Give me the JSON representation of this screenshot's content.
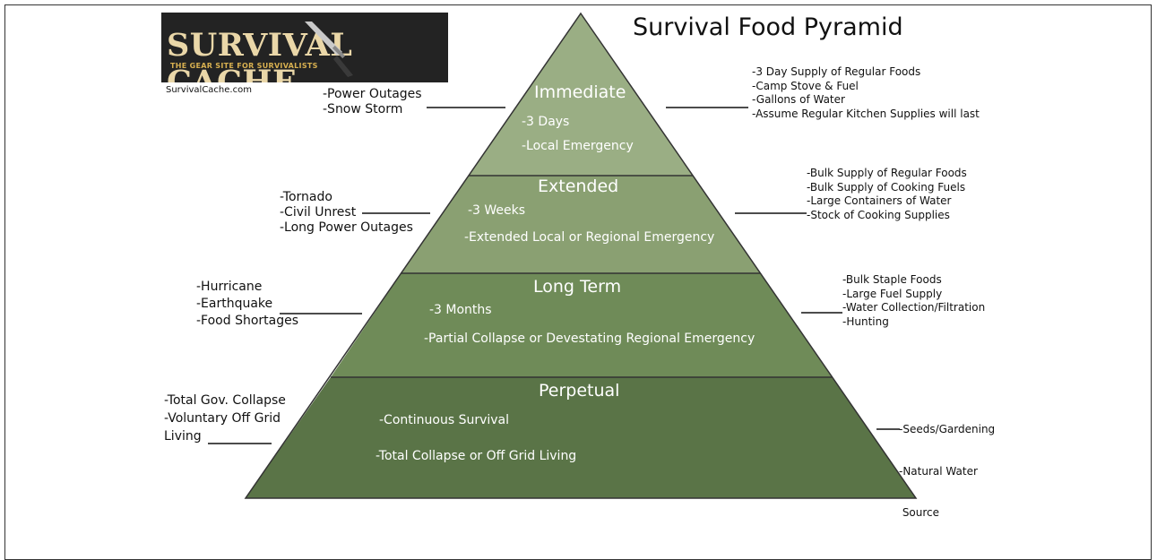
{
  "title": "Survival Food Pyramid",
  "logo": {
    "name": "SURVIVAL CACHE",
    "tagline": "THE GEAR SITE FOR SURVIVALISTS",
    "site": "SurvivalCache.com"
  },
  "colors": {
    "immediate": "#9aae84",
    "extended": "#8aa072",
    "long_term": "#6f8b58",
    "perpetual": "#5a7447",
    "outline": "#333333",
    "text_light": "#ffffff"
  },
  "tiers": {
    "immediate": {
      "name": "Immediate",
      "duration": "-3 Days",
      "scope": "-Local Emergency",
      "events": [
        "-Power Outages",
        "-Snow Storm"
      ],
      "supplies": [
        "-3 Day Supply of Regular Foods",
        "-Camp Stove & Fuel",
        "-Gallons of Water",
        "-Assume Regular Kitchen Supplies will last"
      ]
    },
    "extended": {
      "name": "Extended",
      "duration": "-3 Weeks",
      "scope": "-Extended Local or Regional Emergency",
      "events": [
        "-Tornado",
        "-Civil Unrest",
        "-Long Power Outages"
      ],
      "supplies": [
        "-Bulk Supply of Regular Foods",
        "-Bulk Supply of Cooking Fuels",
        "-Large Containers of Water",
        "-Stock of Cooking Supplies"
      ]
    },
    "long_term": {
      "name": "Long Term",
      "duration": "-3 Months",
      "scope": "-Partial Collapse or Devestating Regional Emergency",
      "events": [
        "-Hurricane",
        "-Earthquake",
        "-Food Shortages"
      ],
      "supplies": [
        "-Bulk Staple Foods",
        "-Large Fuel Supply",
        "-Water Collection/Filtration",
        "-Hunting"
      ]
    },
    "perpetual": {
      "name": "Perpetual",
      "duration": "-Continuous Survival",
      "scope": "-Total Collapse or Off Grid Living",
      "events": [
        "-Total Gov. Collapse",
        "-Voluntary Off Grid",
        "Living"
      ],
      "supplies": [
        "-Seeds/Gardening",
        "-Natural Water",
        " Source"
      ]
    }
  }
}
